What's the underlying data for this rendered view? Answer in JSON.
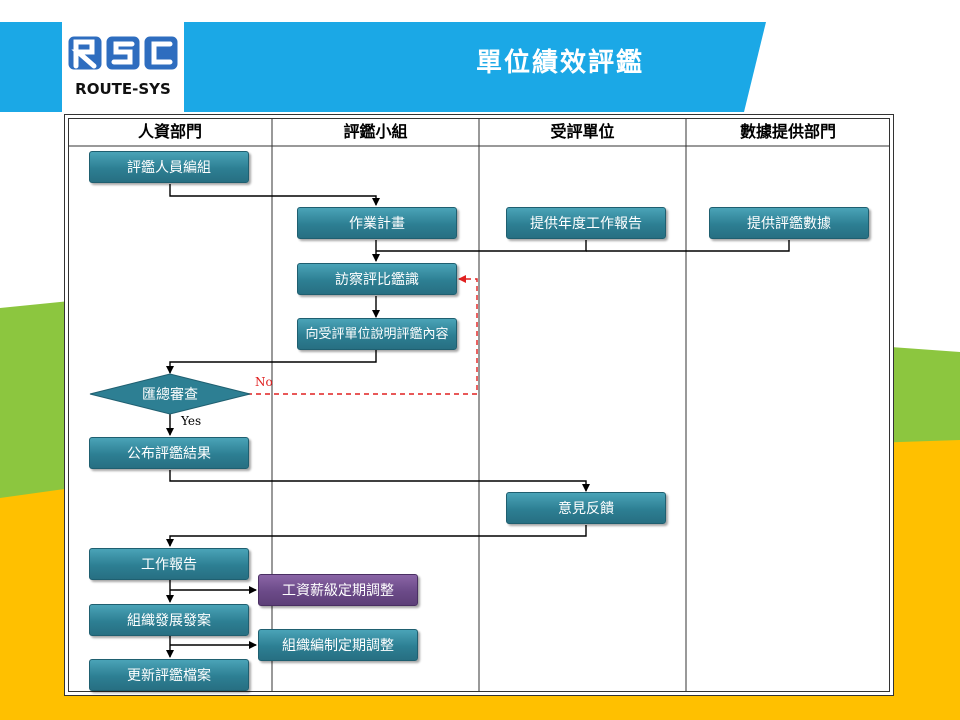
{
  "slide": {
    "title": "單位績效評鑑",
    "logo_text": "ROUTE-SYS",
    "logo_mark": "RSC"
  },
  "colors": {
    "header_blue": "#1ba8e6",
    "green": "#8cc63f",
    "yellow": "#ffc000",
    "node_teal": "#2d7f93",
    "node_purple": "#6b4a88",
    "no_arrow": "#e02020"
  },
  "lanes": [
    "人資部門",
    "評鑑小組",
    "受評單位",
    "數據提供部門"
  ],
  "nodes": {
    "staff_grouping": "評鑑人員編組",
    "work_plan": "作業計畫",
    "annual_report": "提供年度工作報告",
    "provide_data": "提供評鑑數據",
    "site_visit": "訪察評比鑑識",
    "explain": "向受評單位說明評鑑內容",
    "review": "匯總審查",
    "publish": "公布評鑑結果",
    "feedback": "意見反饋",
    "work_report": "工作報告",
    "salary_adjust": "工資薪級定期調整",
    "org_dev": "組織發展發案",
    "org_adjust": "組織編制定期調整",
    "update_files": "更新評鑑檔案"
  },
  "edges": {
    "no_label": "No",
    "yes_label": "Yes"
  }
}
